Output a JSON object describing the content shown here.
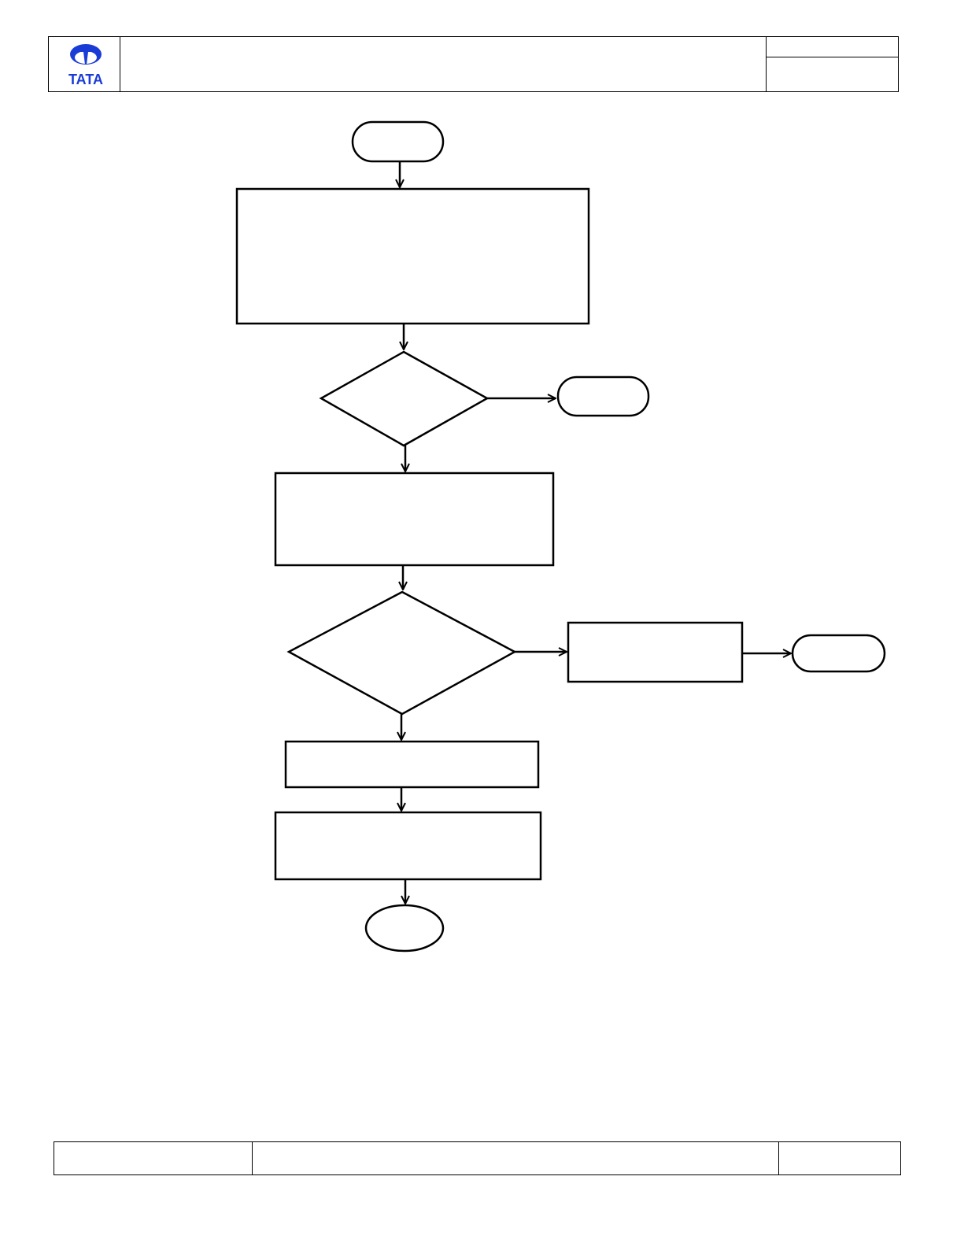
{
  "document": {
    "logo": {
      "text": "TATA",
      "color": "#1a3cd6",
      "icon": "tata-logo-icon"
    },
    "header": {
      "title": "",
      "right_top": "",
      "right_bottom": ""
    },
    "footer": {
      "left": "",
      "middle": "",
      "right": ""
    }
  },
  "flowchart": {
    "nodes": [
      {
        "id": "start",
        "shape": "terminator",
        "label": ""
      },
      {
        "id": "process-1",
        "shape": "process",
        "label": ""
      },
      {
        "id": "decision-1",
        "shape": "decision",
        "label": ""
      },
      {
        "id": "terminator-right-1",
        "shape": "terminator",
        "label": ""
      },
      {
        "id": "process-2",
        "shape": "process",
        "label": ""
      },
      {
        "id": "decision-2",
        "shape": "decision",
        "label": ""
      },
      {
        "id": "process-right",
        "shape": "process",
        "label": ""
      },
      {
        "id": "terminator-right-2",
        "shape": "terminator",
        "label": ""
      },
      {
        "id": "process-3",
        "shape": "process",
        "label": ""
      },
      {
        "id": "process-4",
        "shape": "process",
        "label": ""
      },
      {
        "id": "end",
        "shape": "ellipse",
        "label": ""
      }
    ],
    "edges": [
      {
        "from": "start",
        "to": "process-1"
      },
      {
        "from": "process-1",
        "to": "decision-1"
      },
      {
        "from": "decision-1",
        "to": "terminator-right-1"
      },
      {
        "from": "decision-1",
        "to": "process-2"
      },
      {
        "from": "process-2",
        "to": "decision-2"
      },
      {
        "from": "decision-2",
        "to": "process-right"
      },
      {
        "from": "process-right",
        "to": "terminator-right-2"
      },
      {
        "from": "decision-2",
        "to": "process-3"
      },
      {
        "from": "process-3",
        "to": "process-4"
      },
      {
        "from": "process-4",
        "to": "end"
      }
    ]
  }
}
